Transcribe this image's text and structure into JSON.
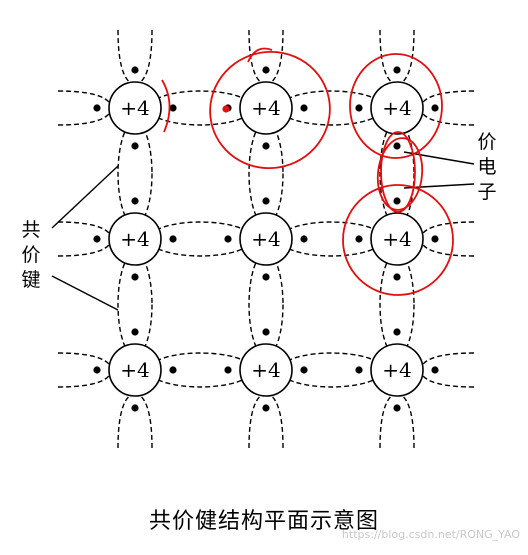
{
  "diagram": {
    "atom_label": "+4",
    "rows": 3,
    "cols": 3,
    "bond_label": [
      "共",
      "价",
      "键"
    ],
    "electron_label": [
      "价",
      "电",
      "子"
    ],
    "caption": "共价健结构平面示意图",
    "watermark": "https://blog.csdn.net/RONG_YAO",
    "colors": {
      "line": "#000000",
      "annotation": "#e01010",
      "background": "#ffffff"
    }
  }
}
